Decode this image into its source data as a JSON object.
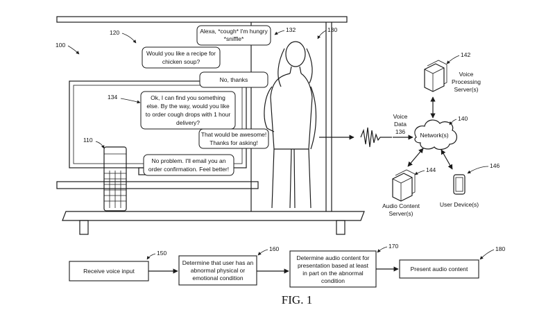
{
  "refs": {
    "r100": "100",
    "r110": "110",
    "r120": "120",
    "r130": "130",
    "r132": "132",
    "r134": "134",
    "r136": "136",
    "r140": "140",
    "r142": "142",
    "r144": "144",
    "r146": "146",
    "r150": "150",
    "r160": "160",
    "r170": "170",
    "r180": "180"
  },
  "bubbles": {
    "b1": [
      "Alexa, *cough* I'm hungry",
      "*sniffle*"
    ],
    "b2": [
      "Would you like a recipe for",
      "chicken soup?"
    ],
    "b3": [
      "No, thanks"
    ],
    "b4": [
      "Ok, I can find you something",
      "else. By the way, would you like",
      "to order cough drops with 1 hour",
      "delivery?"
    ],
    "b5": [
      "That would be awesome!",
      "Thanks for asking!"
    ],
    "b6": [
      "No problem. I'll email you an",
      "order confirmation. Feel better!"
    ]
  },
  "voice_data": [
    "Voice",
    "Data"
  ],
  "network": {
    "label": "Network(s)",
    "voice_server": [
      "Voice",
      "Processing",
      "Server(s)"
    ],
    "audio_server": [
      "Audio Content",
      "Server(s)"
    ],
    "user_device": "User Device(s)"
  },
  "flow": {
    "s150": [
      "Receive voice input"
    ],
    "s160": [
      "Determine that user has an",
      "abnormal physical or",
      "emotional condition"
    ],
    "s170": [
      "Determine audio content for",
      "presentation based at least",
      "in part on the abnormal",
      "condition"
    ],
    "s180": [
      "Present audio content"
    ]
  },
  "figure_label": "FIG. 1"
}
